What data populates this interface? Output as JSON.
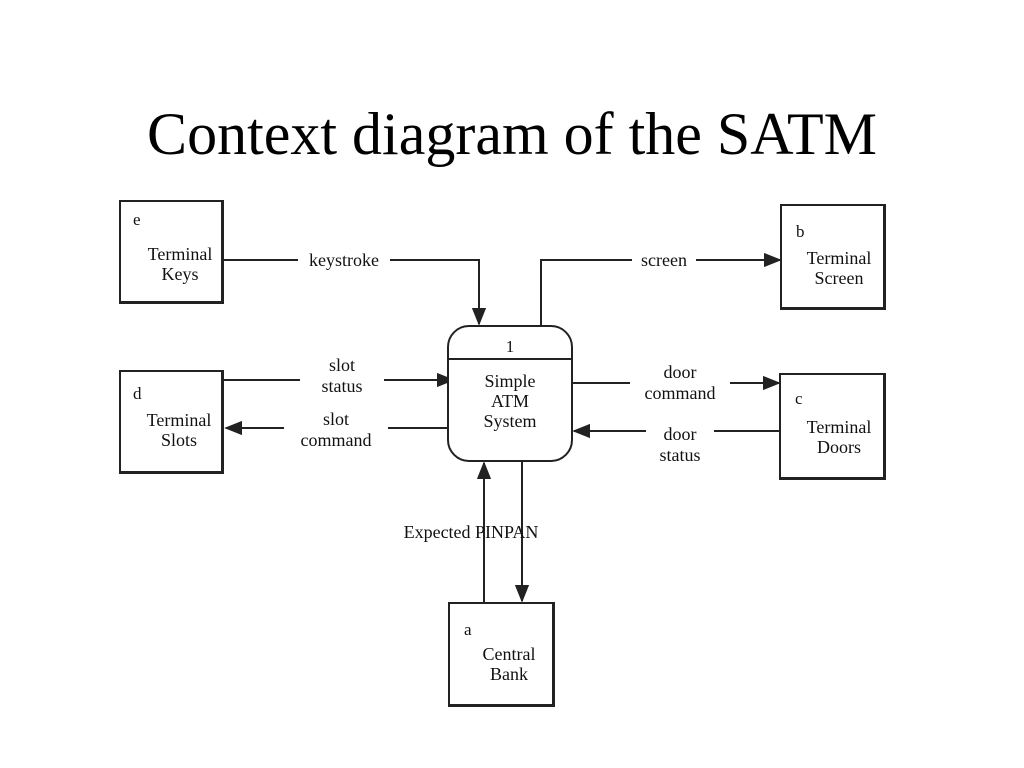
{
  "title": "Context diagram of the SATM",
  "entities": {
    "e": {
      "id": "e",
      "label": "Terminal\nKeys"
    },
    "b": {
      "id": "b",
      "label": "Terminal\nScreen"
    },
    "d": {
      "id": "d",
      "label": "Terminal\nSlots"
    },
    "c": {
      "id": "c",
      "label": "Terminal\nDoors"
    },
    "a": {
      "id": "a",
      "label": "Central\nBank"
    }
  },
  "process": {
    "number": "1",
    "label": "Simple\nATM\nSystem"
  },
  "flows": {
    "keystroke": "keystroke",
    "screen": "screen",
    "slot_status": "slot\nstatus",
    "slot_command": "slot\ncommand",
    "door_command": "door\ncommand",
    "door_status": "door\nstatus",
    "expected_pinpan": "Expected PINPAN"
  }
}
